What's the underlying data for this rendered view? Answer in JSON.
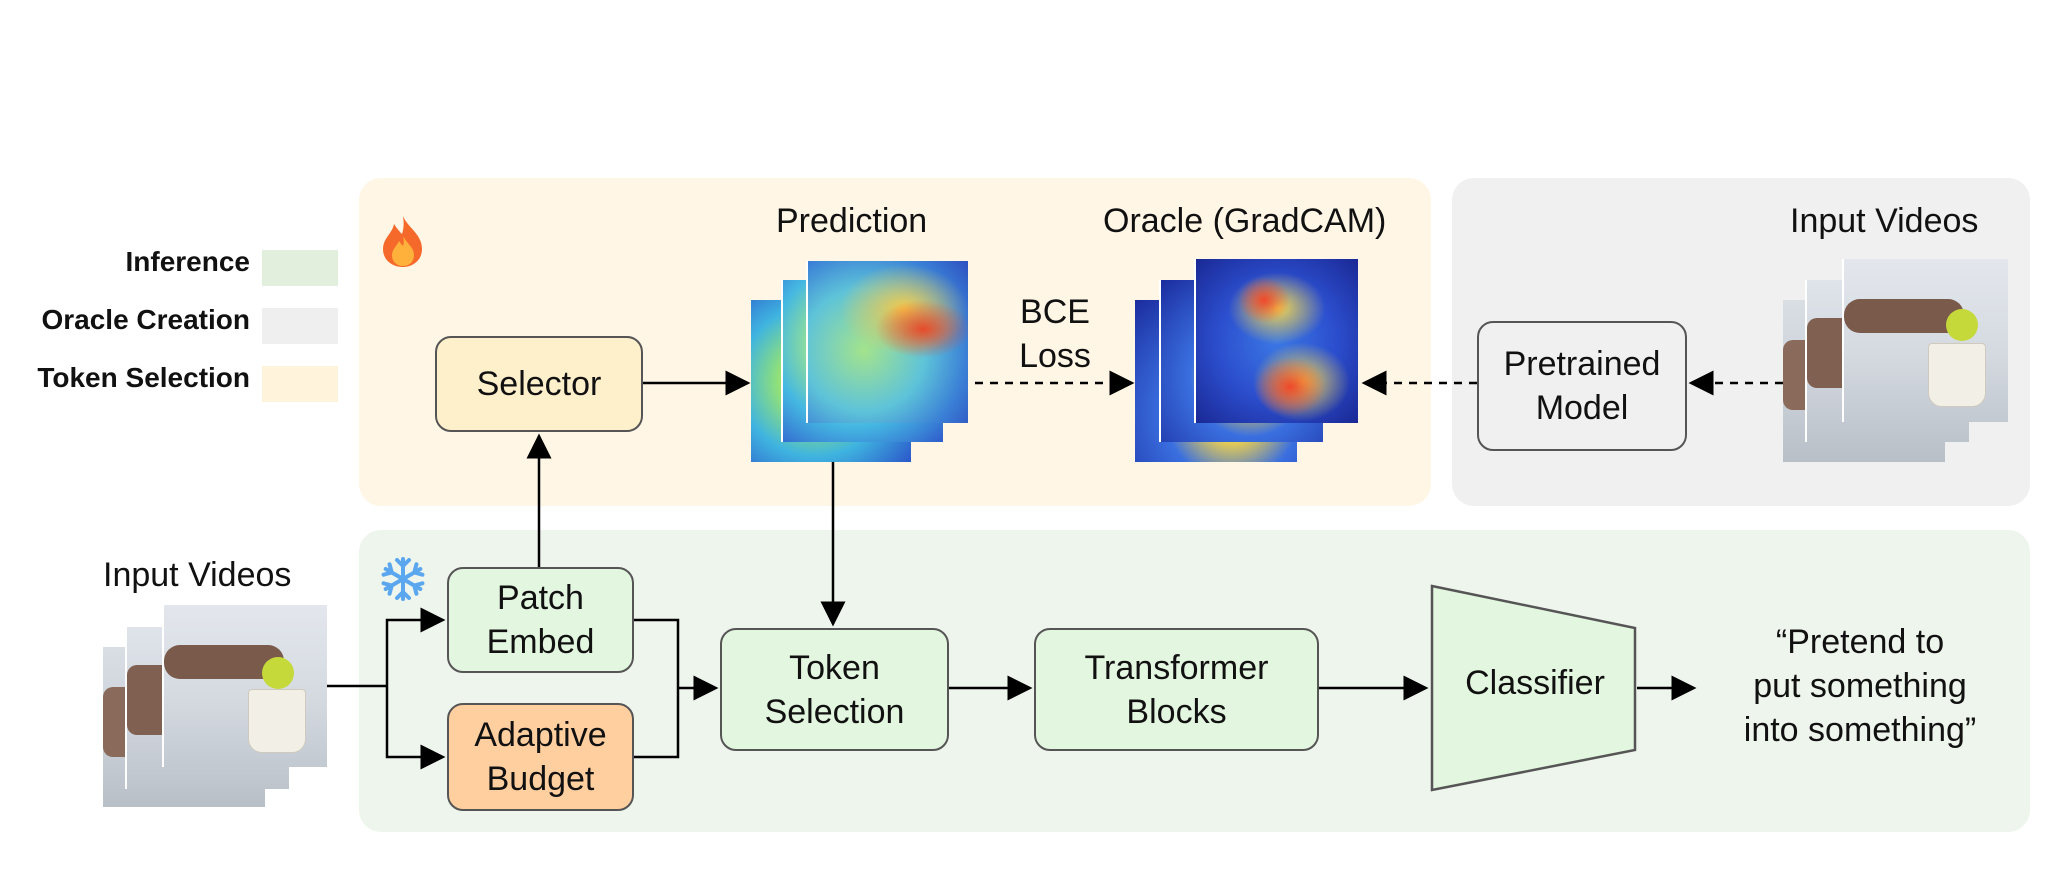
{
  "legend": {
    "inference": "Inference",
    "oracle_creation": "Oracle Creation",
    "token_selection": "Token Selection"
  },
  "top_panel": {
    "prediction_label": "Prediction",
    "oracle_label": "Oracle (GradCAM)",
    "selector": "Selector",
    "bce_loss": "BCE\nLoss"
  },
  "oracle_panel": {
    "input_videos_label": "Input Videos",
    "pretrained_model": "Pretrained\nModel"
  },
  "bottom_panel": {
    "input_videos_label": "Input Videos",
    "patch_embed": "Patch\nEmbed",
    "adaptive_budget": "Adaptive\nBudget",
    "token_selection": "Token\nSelection",
    "transformer_blocks": "Transformer\nBlocks",
    "classifier": "Classifier",
    "output_text": "“Pretend to\nput something\ninto something”"
  },
  "icons": {
    "trainable": "fire-icon",
    "frozen": "snowflake-icon"
  },
  "colors": {
    "inference_bg": "#eef5ec",
    "oracle_bg": "#f0f0f0",
    "token_selection_bg": "#fff6e6",
    "inference_box": "#e3f6df",
    "selector_box": "#fff0cc",
    "budget_box": "#ffcfa0",
    "pretrained_box": "#f0f0f0"
  }
}
